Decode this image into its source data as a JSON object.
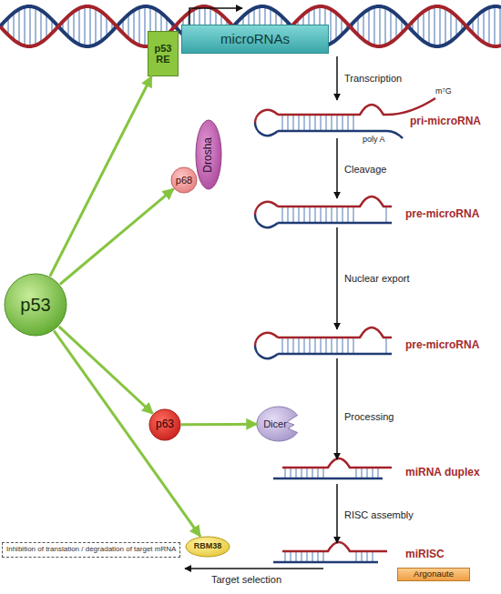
{
  "diagram": {
    "nodes": [
      {
        "text": [
          "p53 RE"
        ]
      },
      {
        "text": [
          "microRNAs"
        ]
      },
      {
        "text": [
          "Drosha"
        ]
      },
      {
        "text": [
          "p68"
        ]
      },
      {
        "text": [
          "p53"
        ]
      },
      {
        "text": [
          "p63"
        ]
      },
      {
        "text": [
          "Dicer"
        ]
      },
      {
        "text": [
          "Inhibition of translation / degradation of target mRNA"
        ]
      },
      {
        "text": [
          "RBM38"
        ]
      },
      {
        "text": [
          "Argonaute"
        ]
      }
    ],
    "edges": [
      {
        "from": 4,
        "to": 0,
        "arrow": "to"
      },
      {
        "from": 4,
        "to": 3,
        "arrow": "to"
      },
      {
        "from": 4,
        "to": 5,
        "arrow": "to"
      },
      {
        "from": 5,
        "to": 6,
        "arrow": "to"
      },
      {
        "from": 4,
        "to": 8,
        "arrow": "to"
      }
    ],
    "labels": [
      "Transcription",
      "pri-microRNA",
      "m⁷G",
      "poly A",
      "Cleavage",
      "pre-microRNA",
      "Nuclear export",
      "pre-microRNA",
      "Processing",
      "miRNA duplex",
      "RISC assembly",
      "miRISC",
      "Target selection"
    ]
  }
}
